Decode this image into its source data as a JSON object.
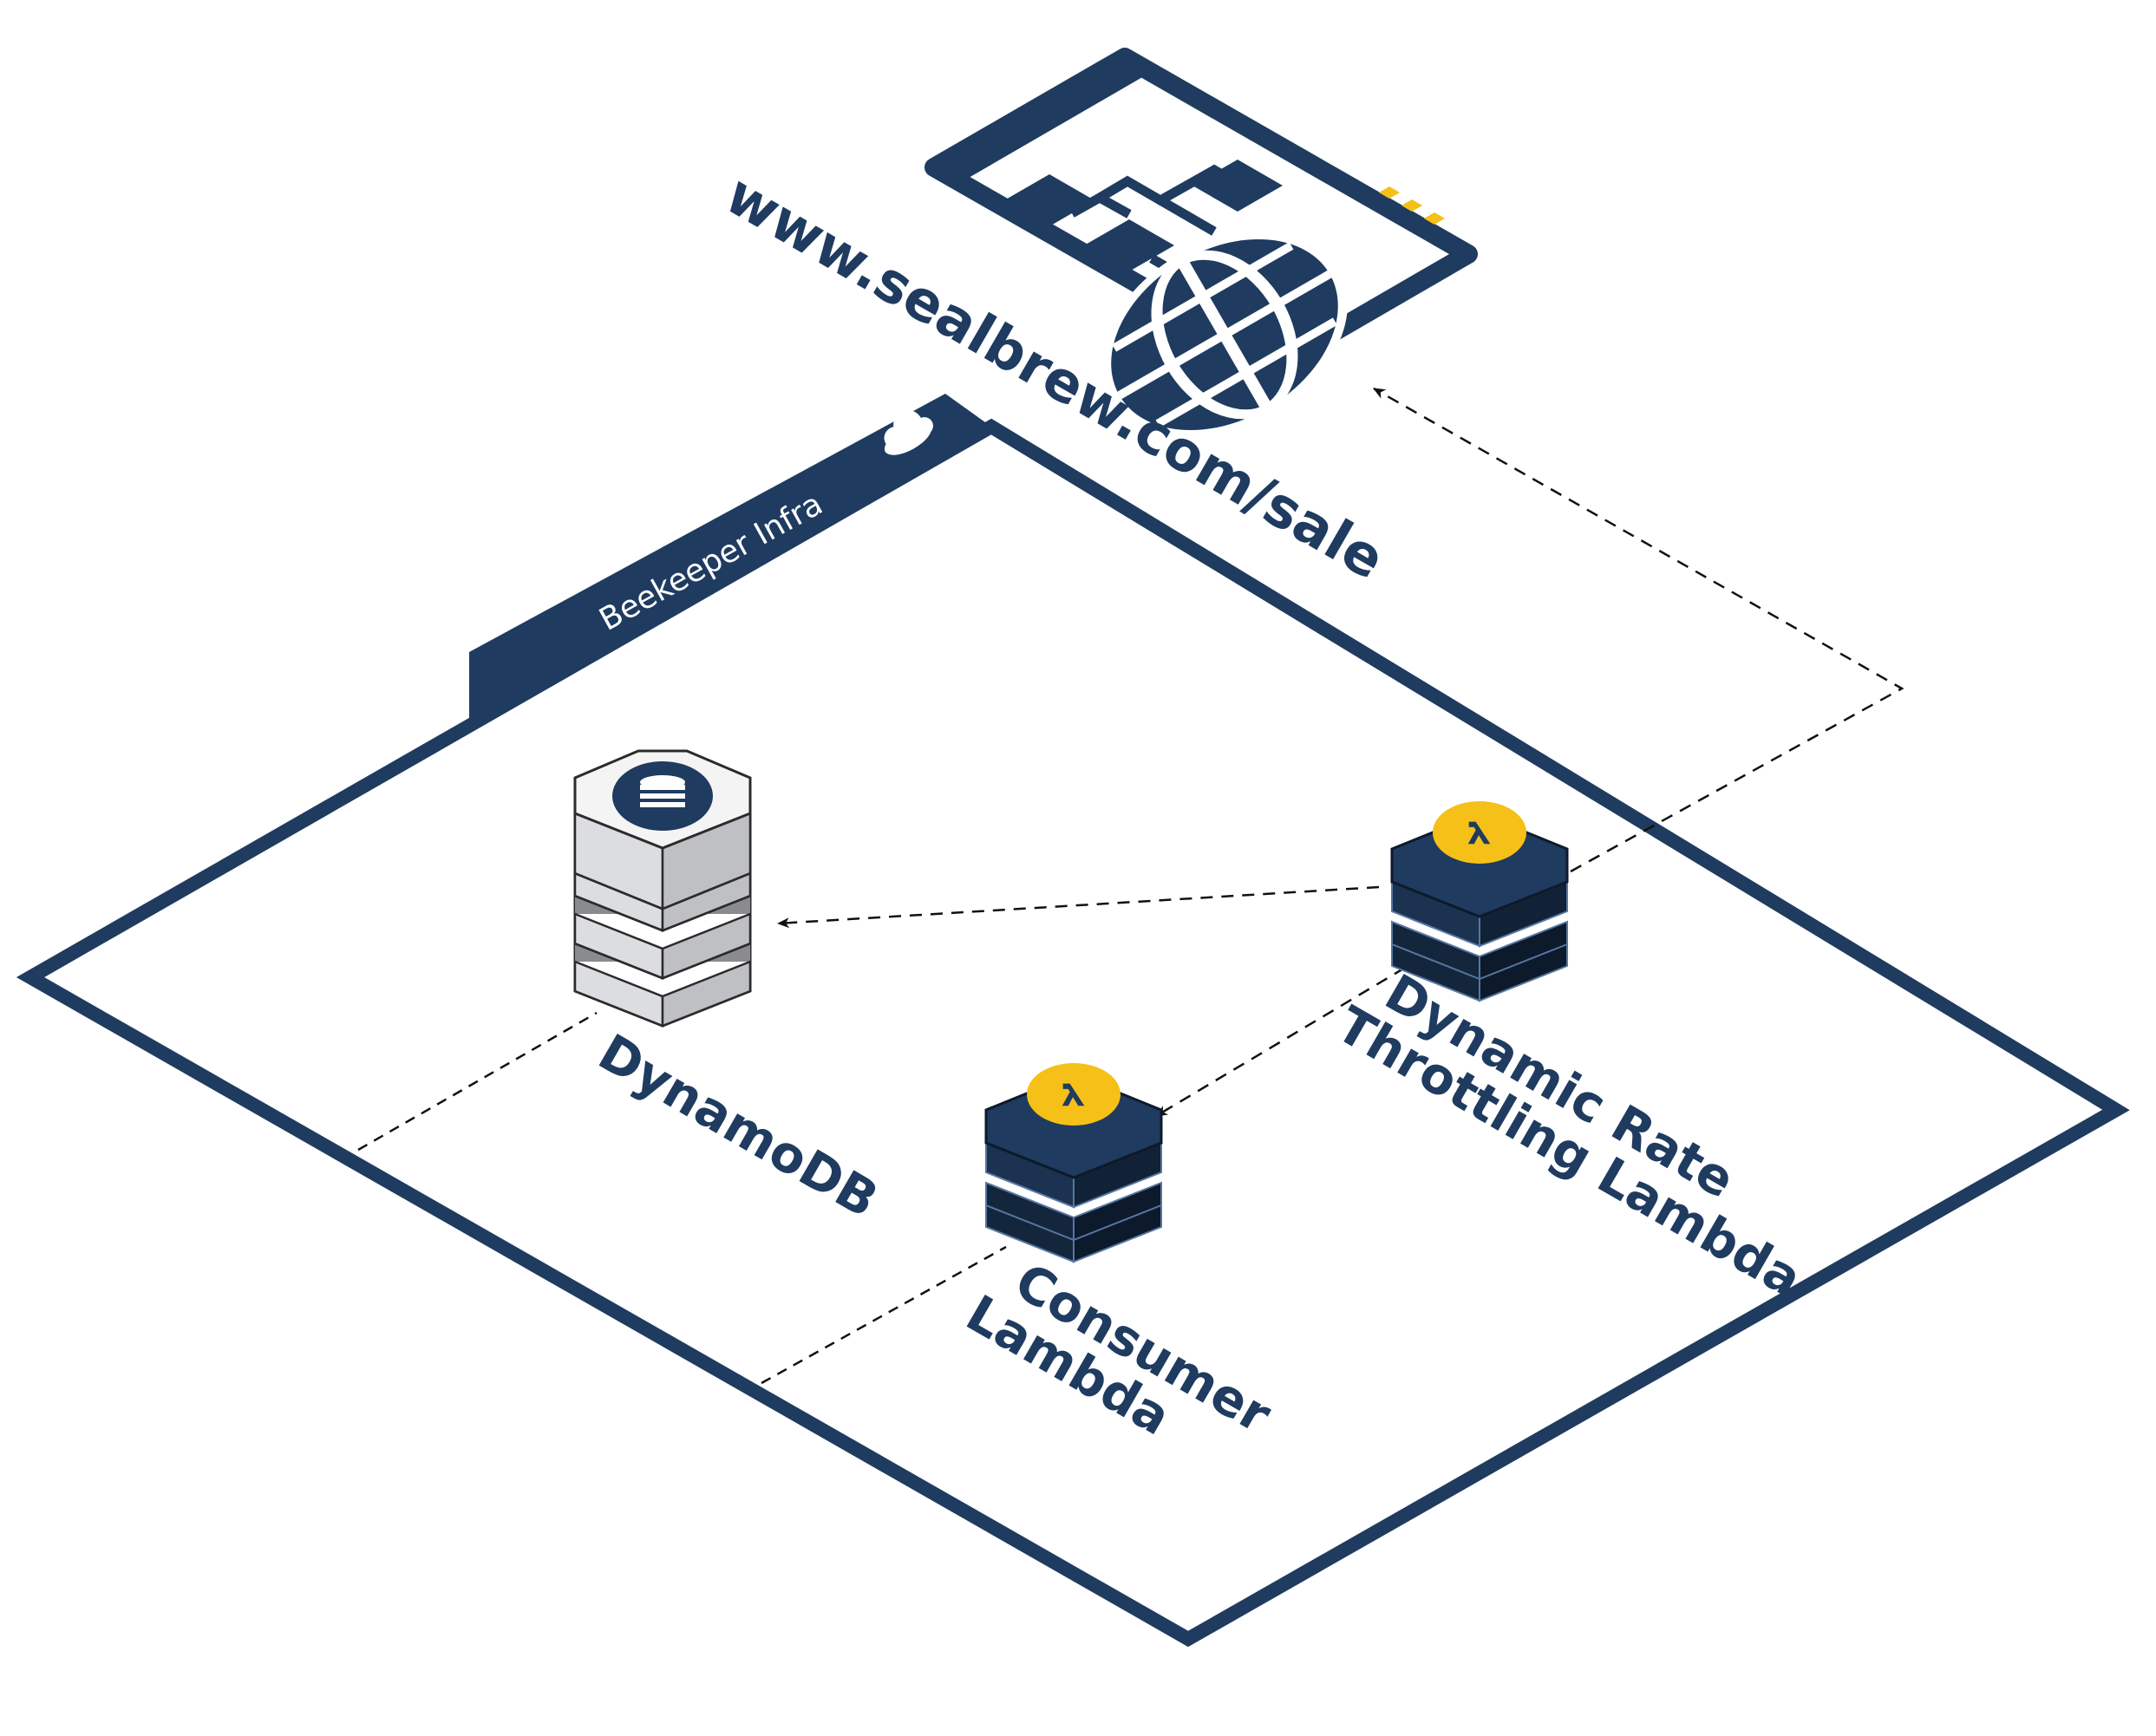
{
  "colors": {
    "primary": "#1f3b60",
    "dark": "#15283f",
    "accent": "#f5c018",
    "ddb_light": "#dcdde0",
    "ddb_mid": "#bfc0c3",
    "ddb_band": "#8a8b8e"
  },
  "website": {
    "url": "www.sealbrew.com/sale",
    "icon": "website-globe-icon"
  },
  "group": {
    "label": "Beekeeper Infra",
    "icon": "cloud-icon"
  },
  "nodes": {
    "dynamodb": {
      "label": "DynamoDB",
      "icon": "dynamodb-icon"
    },
    "throttling_lambda": {
      "line1": "Dynamic Rate",
      "line2": "Throttling Lambda",
      "icon": "lambda-icon"
    },
    "consumer_lambda": {
      "line1": "Consumer",
      "line2": "Lambda",
      "icon": "lambda-icon"
    }
  },
  "edges": [
    {
      "from": "throttling_lambda",
      "to": "website",
      "style": "dashed-arrow"
    },
    {
      "from": "throttling_lambda",
      "to": "dynamodb",
      "style": "dashed-arrow"
    },
    {
      "from": "throttling_lambda",
      "to": "consumer_lambda",
      "style": "dashed-arrow"
    }
  ]
}
